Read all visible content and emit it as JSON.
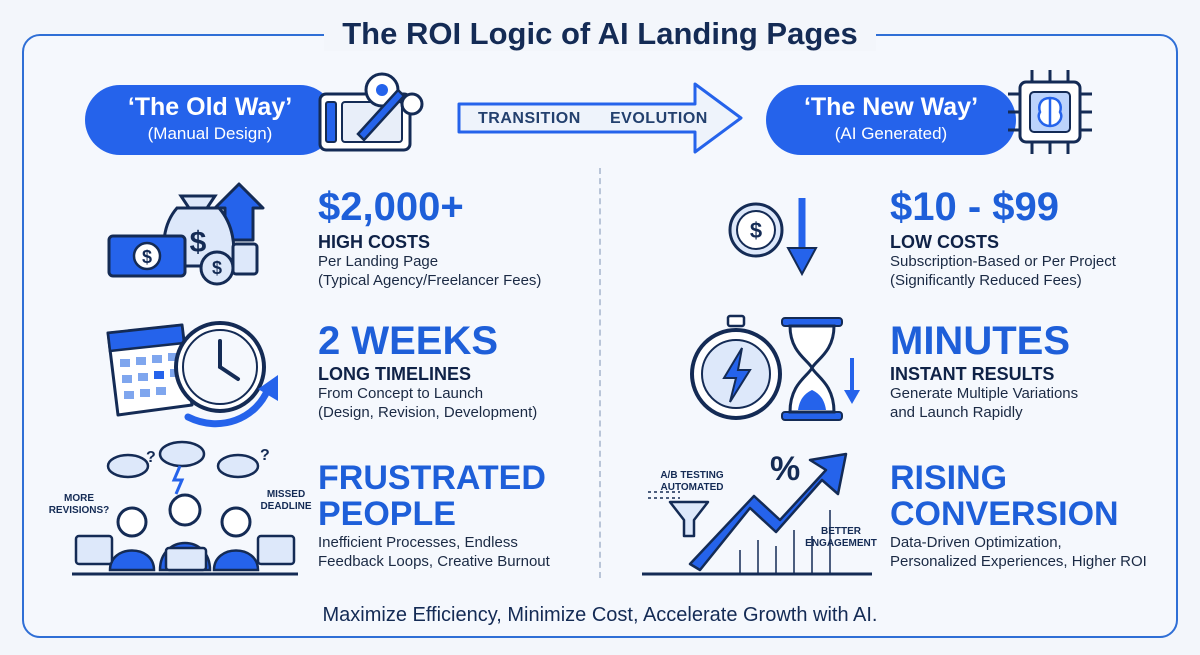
{
  "title": "The ROI Logic of AI Landing Pages",
  "old_way": {
    "title": "‘The Old Way’",
    "subtitle": "(Manual Design)"
  },
  "new_way": {
    "title": "‘The New Way’",
    "subtitle": "(AI Generated)"
  },
  "transition_labels": [
    "TRANSITION",
    "EVOLUTION"
  ],
  "old_items": [
    {
      "big": "$2,000+",
      "sub": "HIGH COSTS",
      "desc_lines": [
        "Per Landing Page",
        "(Typical Agency/Freelancer Fees)"
      ]
    },
    {
      "big": "2 WEEKS",
      "sub": "LONG TIMELINES",
      "desc_lines": [
        "From Concept to Launch",
        "(Design, Revision, Development)"
      ]
    },
    {
      "big_lines": [
        "FRUSTRATED",
        "PEOPLE"
      ],
      "desc_lines": [
        "Inefficient Processes, Endless",
        "Feedback Loops, Creative Burnout"
      ]
    }
  ],
  "new_items": [
    {
      "big": "$10 - $99",
      "sub": "LOW COSTS",
      "desc_lines": [
        "Subscription-Based or Per Project",
        "(Significantly Reduced Fees)"
      ]
    },
    {
      "big": "MINUTES",
      "sub": "INSTANT RESULTS",
      "desc_lines": [
        "Generate Multiple Variations",
        "and Launch Rapidly"
      ]
    },
    {
      "big_lines": [
        "RISING",
        "CONVERSION"
      ],
      "desc_lines": [
        "Data-Driven Optimization,",
        "Personalized Experiences, Higher ROI"
      ]
    }
  ],
  "people_labels": {
    "more_revisions": [
      "MORE",
      "REVISIONS?"
    ],
    "missed_deadline": [
      "MISSED",
      "DEADLINE"
    ]
  },
  "chart_labels": {
    "ab_testing": [
      "A/B TESTING",
      "AUTOMATED"
    ],
    "better_engagement": [
      "BETTER",
      "ENGAGEMENT"
    ],
    "percent": "%"
  },
  "icon_glyphs": {
    "dollar": "$",
    "question": "?"
  },
  "footer": "Maximize Efficiency, Minimize Cost, Accelerate Growth with AI.",
  "colors": {
    "accent": "#2563eb",
    "dark": "#142b55",
    "border": "#2f6fd6"
  }
}
